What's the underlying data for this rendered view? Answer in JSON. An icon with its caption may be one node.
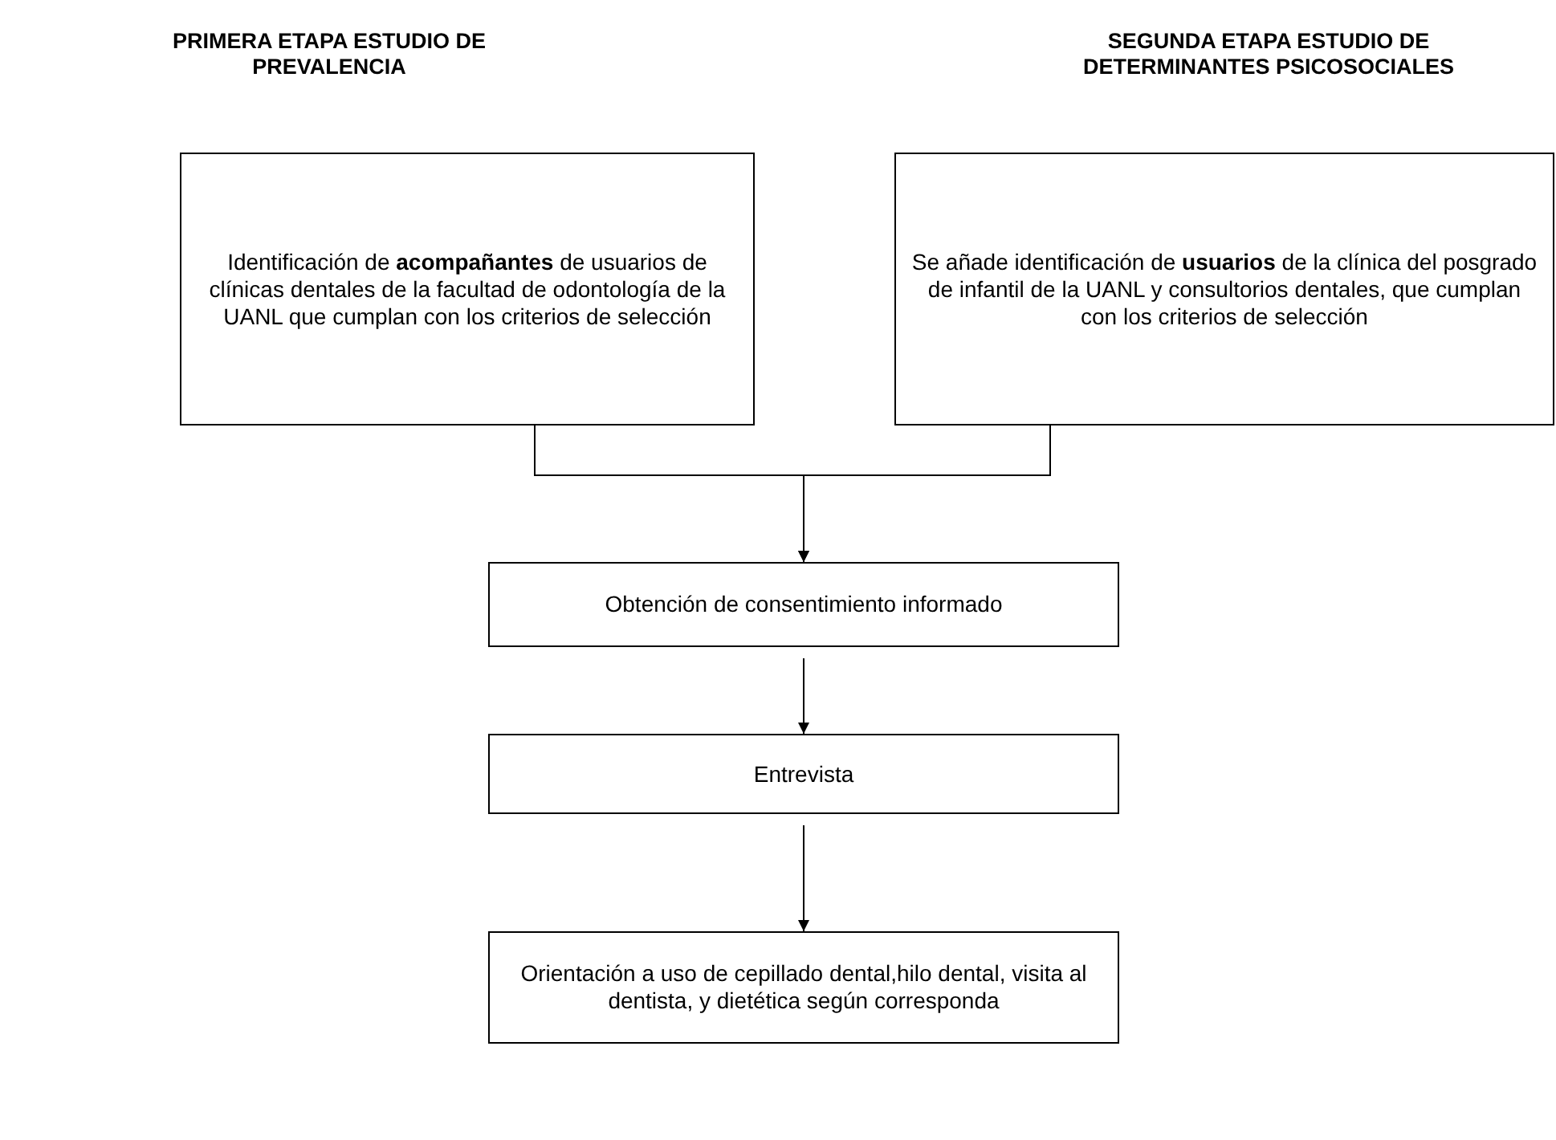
{
  "diagram": {
    "nodes": [
      {
        "text": [
          "Identificación de **acompañantes** de usuarios de clínicas dentales de la facultad de odontología de la UANL que cumplan con los criterios de selección"
        ]
      },
      {
        "text": [
          "Se añade identificación de **usuarios** de la clínica del posgrado de infantil de la UANL y consultorios dentales, que cumplan con los criterios de selección"
        ]
      },
      {
        "text": [
          "Obtención de consentimiento informado"
        ]
      },
      {
        "text": [
          "Entrevista"
        ]
      },
      {
        "text": [
          "Orientación a uso de cepillado dental,hilo dental, visita al dentista, y dietética según corresponda"
        ]
      }
    ],
    "edges": [
      {
        "from": 0,
        "to": 2,
        "arrow": "to"
      },
      {
        "from": 1,
        "to": 2,
        "arrow": "to"
      },
      {
        "from": 2,
        "to": 3,
        "arrow": "to"
      },
      {
        "from": 3,
        "to": 4,
        "arrow": "to"
      }
    ],
    "labels": [
      "PRIMERA ETAPA ESTUDIO DE PREVALENCIA",
      "SEGUNDA ETAPA ESTUDIO DE DETERMINANTES PSICOSOCIALES"
    ]
  }
}
